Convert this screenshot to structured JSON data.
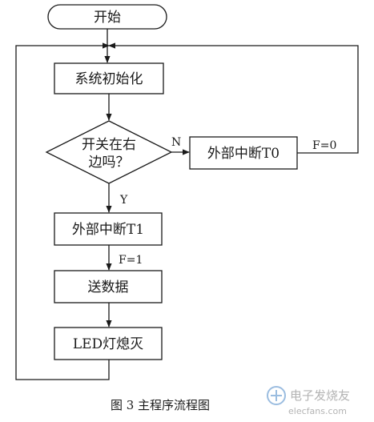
{
  "flowchart": {
    "nodes": {
      "start": "开始",
      "init": "系统初始化",
      "decision_line1": "开关在右",
      "decision_line2": "边吗？",
      "int_t0": "外部中断T0",
      "int_t1": "外部中断T1",
      "send": "送数据",
      "led": "LED灯熄灭"
    },
    "edge_labels": {
      "no": "N",
      "yes": "Y",
      "f0": "F=0",
      "f1": "F=1"
    }
  },
  "caption": "图 3  主程序流程图",
  "watermark": {
    "text": "电子发烧友",
    "site": "elecfans.com"
  }
}
